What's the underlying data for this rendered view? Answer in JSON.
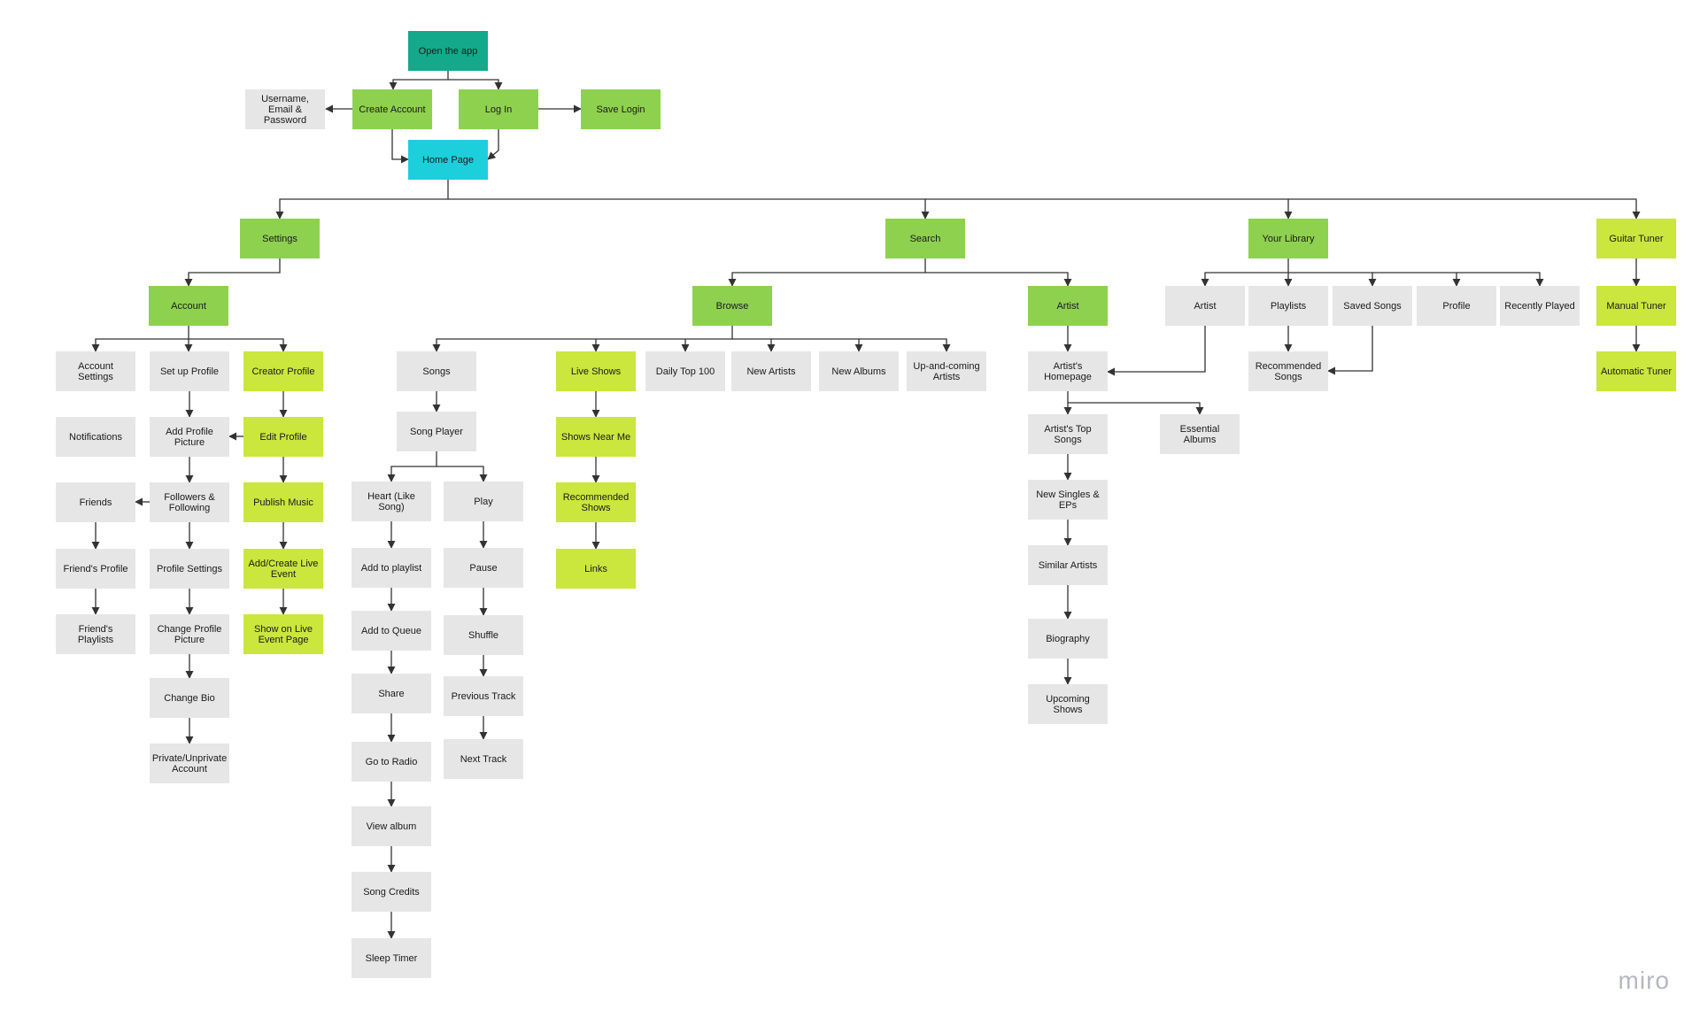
{
  "colors": {
    "grey": "#e6e6e6",
    "green": "#8ed14f",
    "lime": "#cbe63d",
    "teal": "#14a98a",
    "cyan": "#1ccfda",
    "line": "#333333"
  },
  "brand": "miro",
  "nodes": {
    "open_app": "Open the app",
    "username": "Username, Email & Password",
    "create_account": "Create Account",
    "log_in": "Log In",
    "save_login": "Save Login",
    "home_page": "Home Page",
    "settings": "Settings",
    "search": "Search",
    "your_library": "Your Library",
    "guitar_tuner": "Guitar Tuner",
    "account": "Account",
    "browse": "Browse",
    "artist": "Artist",
    "lib_artist": "Artist",
    "lib_playlists": "Playlists",
    "lib_saved": "Saved Songs",
    "lib_profile": "Profile",
    "lib_recent": "Recently Played",
    "manual_tuner": "Manual Tuner",
    "automatic_tuner": "Automatic Tuner",
    "account_settings": "Account Settings",
    "notifications": "Notifications",
    "friends": "Friends",
    "friends_profile": "Friend's Profile",
    "friends_playlists": "Friend's Playlists",
    "setup_profile": "Set up Profile",
    "add_pic": "Add Profile Picture",
    "followers": "Followers & Following",
    "profile_settings": "Profile Settings",
    "change_pic": "Change Profile Picture",
    "change_bio": "Change Bio",
    "private": "Private/Unprivate Account",
    "creator_profile": "Creator Profile",
    "edit_profile": "Edit Profile",
    "publish_music": "Publish Music",
    "add_live": "Add/Create Live Event",
    "show_live": "Show on Live Event Page",
    "songs": "Songs",
    "song_player": "Song Player",
    "heart": "Heart (Like Song)",
    "add_playlist": "Add to playlist",
    "add_queue": "Add to Queue",
    "share": "Share",
    "radio": "Go to Radio",
    "view_album": "View album",
    "credits": "Song Credits",
    "sleep": "Sleep Timer",
    "play": "Play",
    "pause": "Pause",
    "shuffle": "Shuffle",
    "prev": "Previous Track",
    "next": "Next Track",
    "live_shows": "Live Shows",
    "shows_near": "Shows Near Me",
    "rec_shows": "Recommended Shows",
    "links": "Links",
    "daily_top": "Daily Top 100",
    "new_artists": "New Artists",
    "new_albums": "New Albums",
    "upcoming_artists": "Up-and-coming Artists",
    "artist_home": "Artist's Homepage",
    "top_songs": "Artist's Top Songs",
    "singles": "New Singles & EPs",
    "similar": "Similar Artists",
    "bio": "Biography",
    "upcoming_shows": "Upcoming Shows",
    "essential_albums": "Essential Albums",
    "rec_songs": "Recommended Songs"
  }
}
